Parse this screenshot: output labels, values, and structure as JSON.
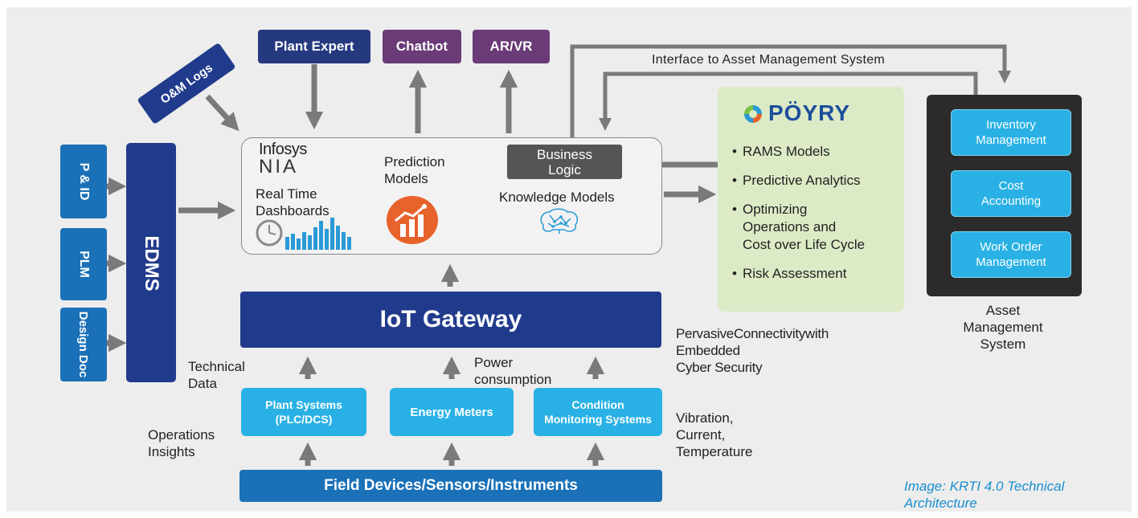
{
  "top_boxes": {
    "plant_expert": "Plant Expert",
    "chatbot": "Chatbot",
    "arvr": "AR/VR"
  },
  "om_logs": "O&M Logs",
  "interface_label": "Interface to Asset Management System",
  "left_docs": {
    "pid": "P & ID",
    "plm": "PLM",
    "design_doc": "Design Doc",
    "edms": "EDMS"
  },
  "platform": {
    "infosys_logo_top": "Infosys",
    "infosys_logo_bottom": "NIA",
    "real_time_dashboards": "Real Time\nDashboards",
    "prediction_models": "Prediction\nModels",
    "business_logic": "Business\nLogic",
    "knowledge_models": "Knowledge Models"
  },
  "iot_gateway": "IoT Gateway",
  "labels": {
    "technical_data": "Technical\nData",
    "power_consumption": "Power\nconsumption",
    "operations_insights": "Operations\nInsights",
    "pervasive": "PervasiveConnectivitywith\nEmbedded\nCyber Security",
    "vibration": "Vibration,\nCurrent,\nTemperature"
  },
  "sources": {
    "plant_systems": "Plant Systems\n(PLC/DCS)",
    "energy_meters": "Energy Meters",
    "condition_monitoring": "Condition\nMonitoring Systems"
  },
  "field_devices": "Field Devices/Sensors/Instruments",
  "poyry": {
    "logo_text": "PÖYRY",
    "bullets": [
      "RAMS Models",
      "Predictive Analytics",
      "Optimizing\nOperations and\nCost over Life Cycle",
      "Risk Assessment"
    ]
  },
  "asset_mgmt": {
    "items": [
      "Inventory\nManagement",
      "Cost\nAccounting",
      "Work Order\nManagement"
    ],
    "caption": "Asset\nManagement\nSystem"
  },
  "caption": "Image: KRTI 4.0 Technical Architecture",
  "colors": {
    "navy": "#25397f",
    "purple": "#6a3b76",
    "cyan": "#29b1e5",
    "blue": "#1a71b8",
    "green_panel": "#dcebc6",
    "dark_panel": "#2b2b2b",
    "arrow": "#7a7a7a",
    "caption": "#1a8fd1"
  }
}
